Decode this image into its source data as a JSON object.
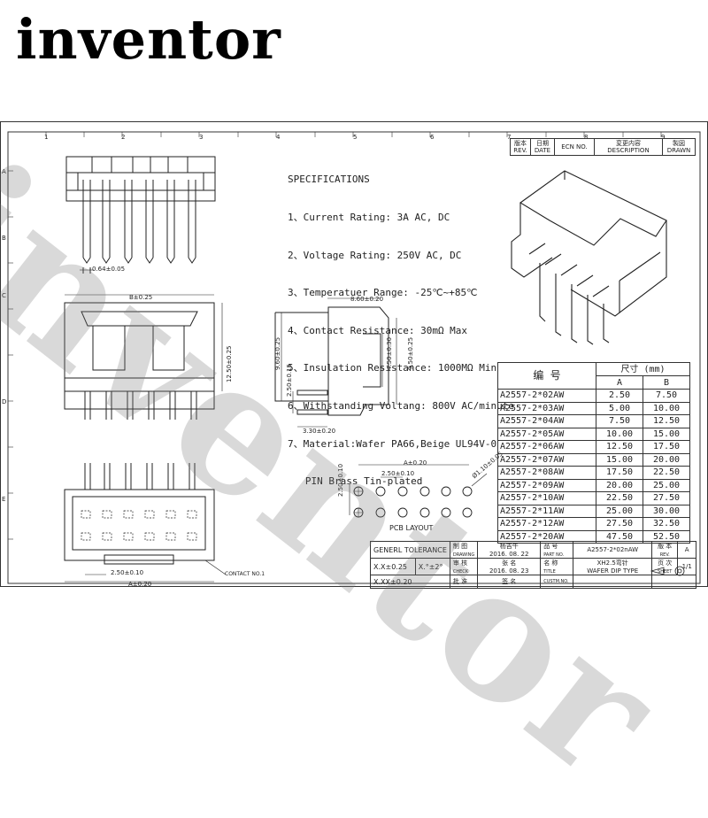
{
  "brand": "inventor",
  "watermark": "inventor",
  "specs": {
    "heading": "SPECIFICATIONS",
    "lines": [
      "1、Current Rating: 3A AC, DC",
      "2、Voltage Rating: 250V AC, DC",
      "3、Temperatuer Range: -25℃~+85℃",
      "4、Contact Resistance: 30mΩ Max",
      "5、Insulation Resistance: 1000MΩ Min",
      "6、Withstanding Voltang: 800V AC/minute",
      "7、Material:Wafer PA66,Beige UL94V-0",
      "   PIN Brass Tin-plated"
    ]
  },
  "revision_block": {
    "cells": [
      [
        "版本",
        "REV."
      ],
      [
        "日期",
        "DATE"
      ],
      [
        "",
        "ECN NO."
      ],
      [
        "変更内容",
        "DESCRIPTION"
      ],
      [
        "製図",
        "DRAWN"
      ]
    ]
  },
  "dimensions": {
    "pitch_width": "0.64±0.05",
    "b": "B±0.25",
    "height_1250": "12.50±0.25",
    "w_860": "8.60±0.20",
    "h_960": "9.60±0.25",
    "h_950": "9.50±0.25",
    "h_450": "4.50±0.30",
    "h_250": "2.50±0.15",
    "w_330": "3.30±0.20",
    "a_pcb": "A±0.20",
    "p_250": "2.50±0.10",
    "v_250": "2.50±0.10",
    "hole": "Ø1.10±0.05",
    "p_bottom": "2.50±0.10",
    "a_bottom": "A±0.20",
    "contact": "CONTACT NO.1"
  },
  "pcb_label": "PCB LAYOUT",
  "parts_table": {
    "header_part": "编    号",
    "header_size": "尺寸 (mm)",
    "col_a": "A",
    "col_b": "B",
    "rows": [
      [
        "A2557-2*02AW",
        "2.50",
        "7.50"
      ],
      [
        "A2557-2*03AW",
        "5.00",
        "10.00"
      ],
      [
        "A2557-2*04AW",
        "7.50",
        "12.50"
      ],
      [
        "A2557-2*05AW",
        "10.00",
        "15.00"
      ],
      [
        "A2557-2*06AW",
        "12.50",
        "17.50"
      ],
      [
        "A2557-2*07AW",
        "15.00",
        "20.00"
      ],
      [
        "A2557-2*08AW",
        "17.50",
        "22.50"
      ],
      [
        "A2557-2*09AW",
        "20.00",
        "25.00"
      ],
      [
        "A2557-2*10AW",
        "22.50",
        "27.50"
      ],
      [
        "A2557-2*11AW",
        "25.00",
        "30.00"
      ],
      [
        "A2557-2*12AW",
        "27.50",
        "32.50"
      ],
      [
        "A2557-2*20AW",
        "47.50",
        "52.50"
      ]
    ]
  },
  "title_block": {
    "tolerance_label": "GENERL TOLERANCE",
    "tol1": "X.X±0.25",
    "tol2": "X.XX±0.20",
    "angle": "X.°±2°",
    "drawing_label": "制 图",
    "drawing_en": "DRAWING",
    "drawer": "杨吉午",
    "date1": "2016. 08. 22",
    "check_label": "审 核",
    "check_en": "CHECK",
    "checker": "张 名",
    "date2": "2016. 08. 23",
    "approve_label": "批 准",
    "approver": "签 名",
    "partno_label": "品 号",
    "partno_en": "PART NO.",
    "partno": "A2557-2*02nAW",
    "title_label": "名 称",
    "title_en": "TITLE",
    "title": "XH2.5弯针",
    "title2": "WAFER DIP TYPE",
    "cust_label": "CUSTM.NO.",
    "rev_label": "版 本",
    "rev_en": "REV.",
    "rev": "A",
    "sheet_label": "页 次",
    "sheet_en": "SHEET",
    "sheet": "1/1"
  },
  "grid_numbers": [
    "1",
    "2",
    "3",
    "4",
    "5",
    "6",
    "7",
    "8",
    "9"
  ],
  "grid_letters": [
    "A",
    "B",
    "C",
    "D",
    "E"
  ]
}
